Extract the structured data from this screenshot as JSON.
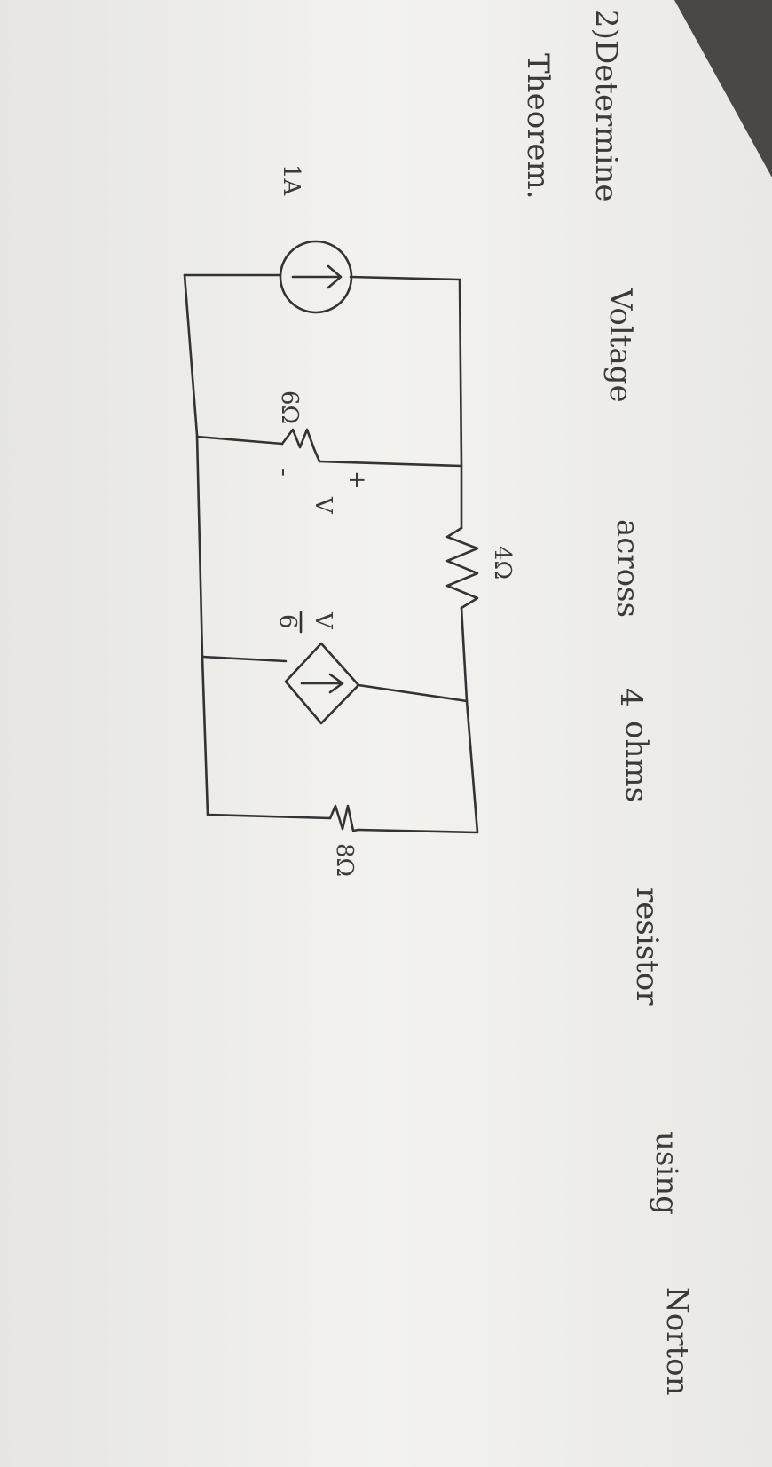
{
  "question": {
    "marker": "2)",
    "line1_words": [
      "Determine",
      "Voltage",
      "across",
      "4",
      "ohms",
      "resistor",
      "using",
      "Norton"
    ],
    "line2": "Theorem."
  },
  "circuit": {
    "current_source_label": "1A",
    "resistor_6_label": "6Ω",
    "resistor_4_label": "4Ω",
    "resistor_8_label": "8Ω",
    "v_plus": "+",
    "v_label": "V",
    "v_minus": "-",
    "dependent_source_num": "V",
    "dependent_source_den": "6"
  },
  "colors": {
    "paper": "#f2f1ee",
    "ink": "#333333",
    "background": "#8a8882"
  }
}
